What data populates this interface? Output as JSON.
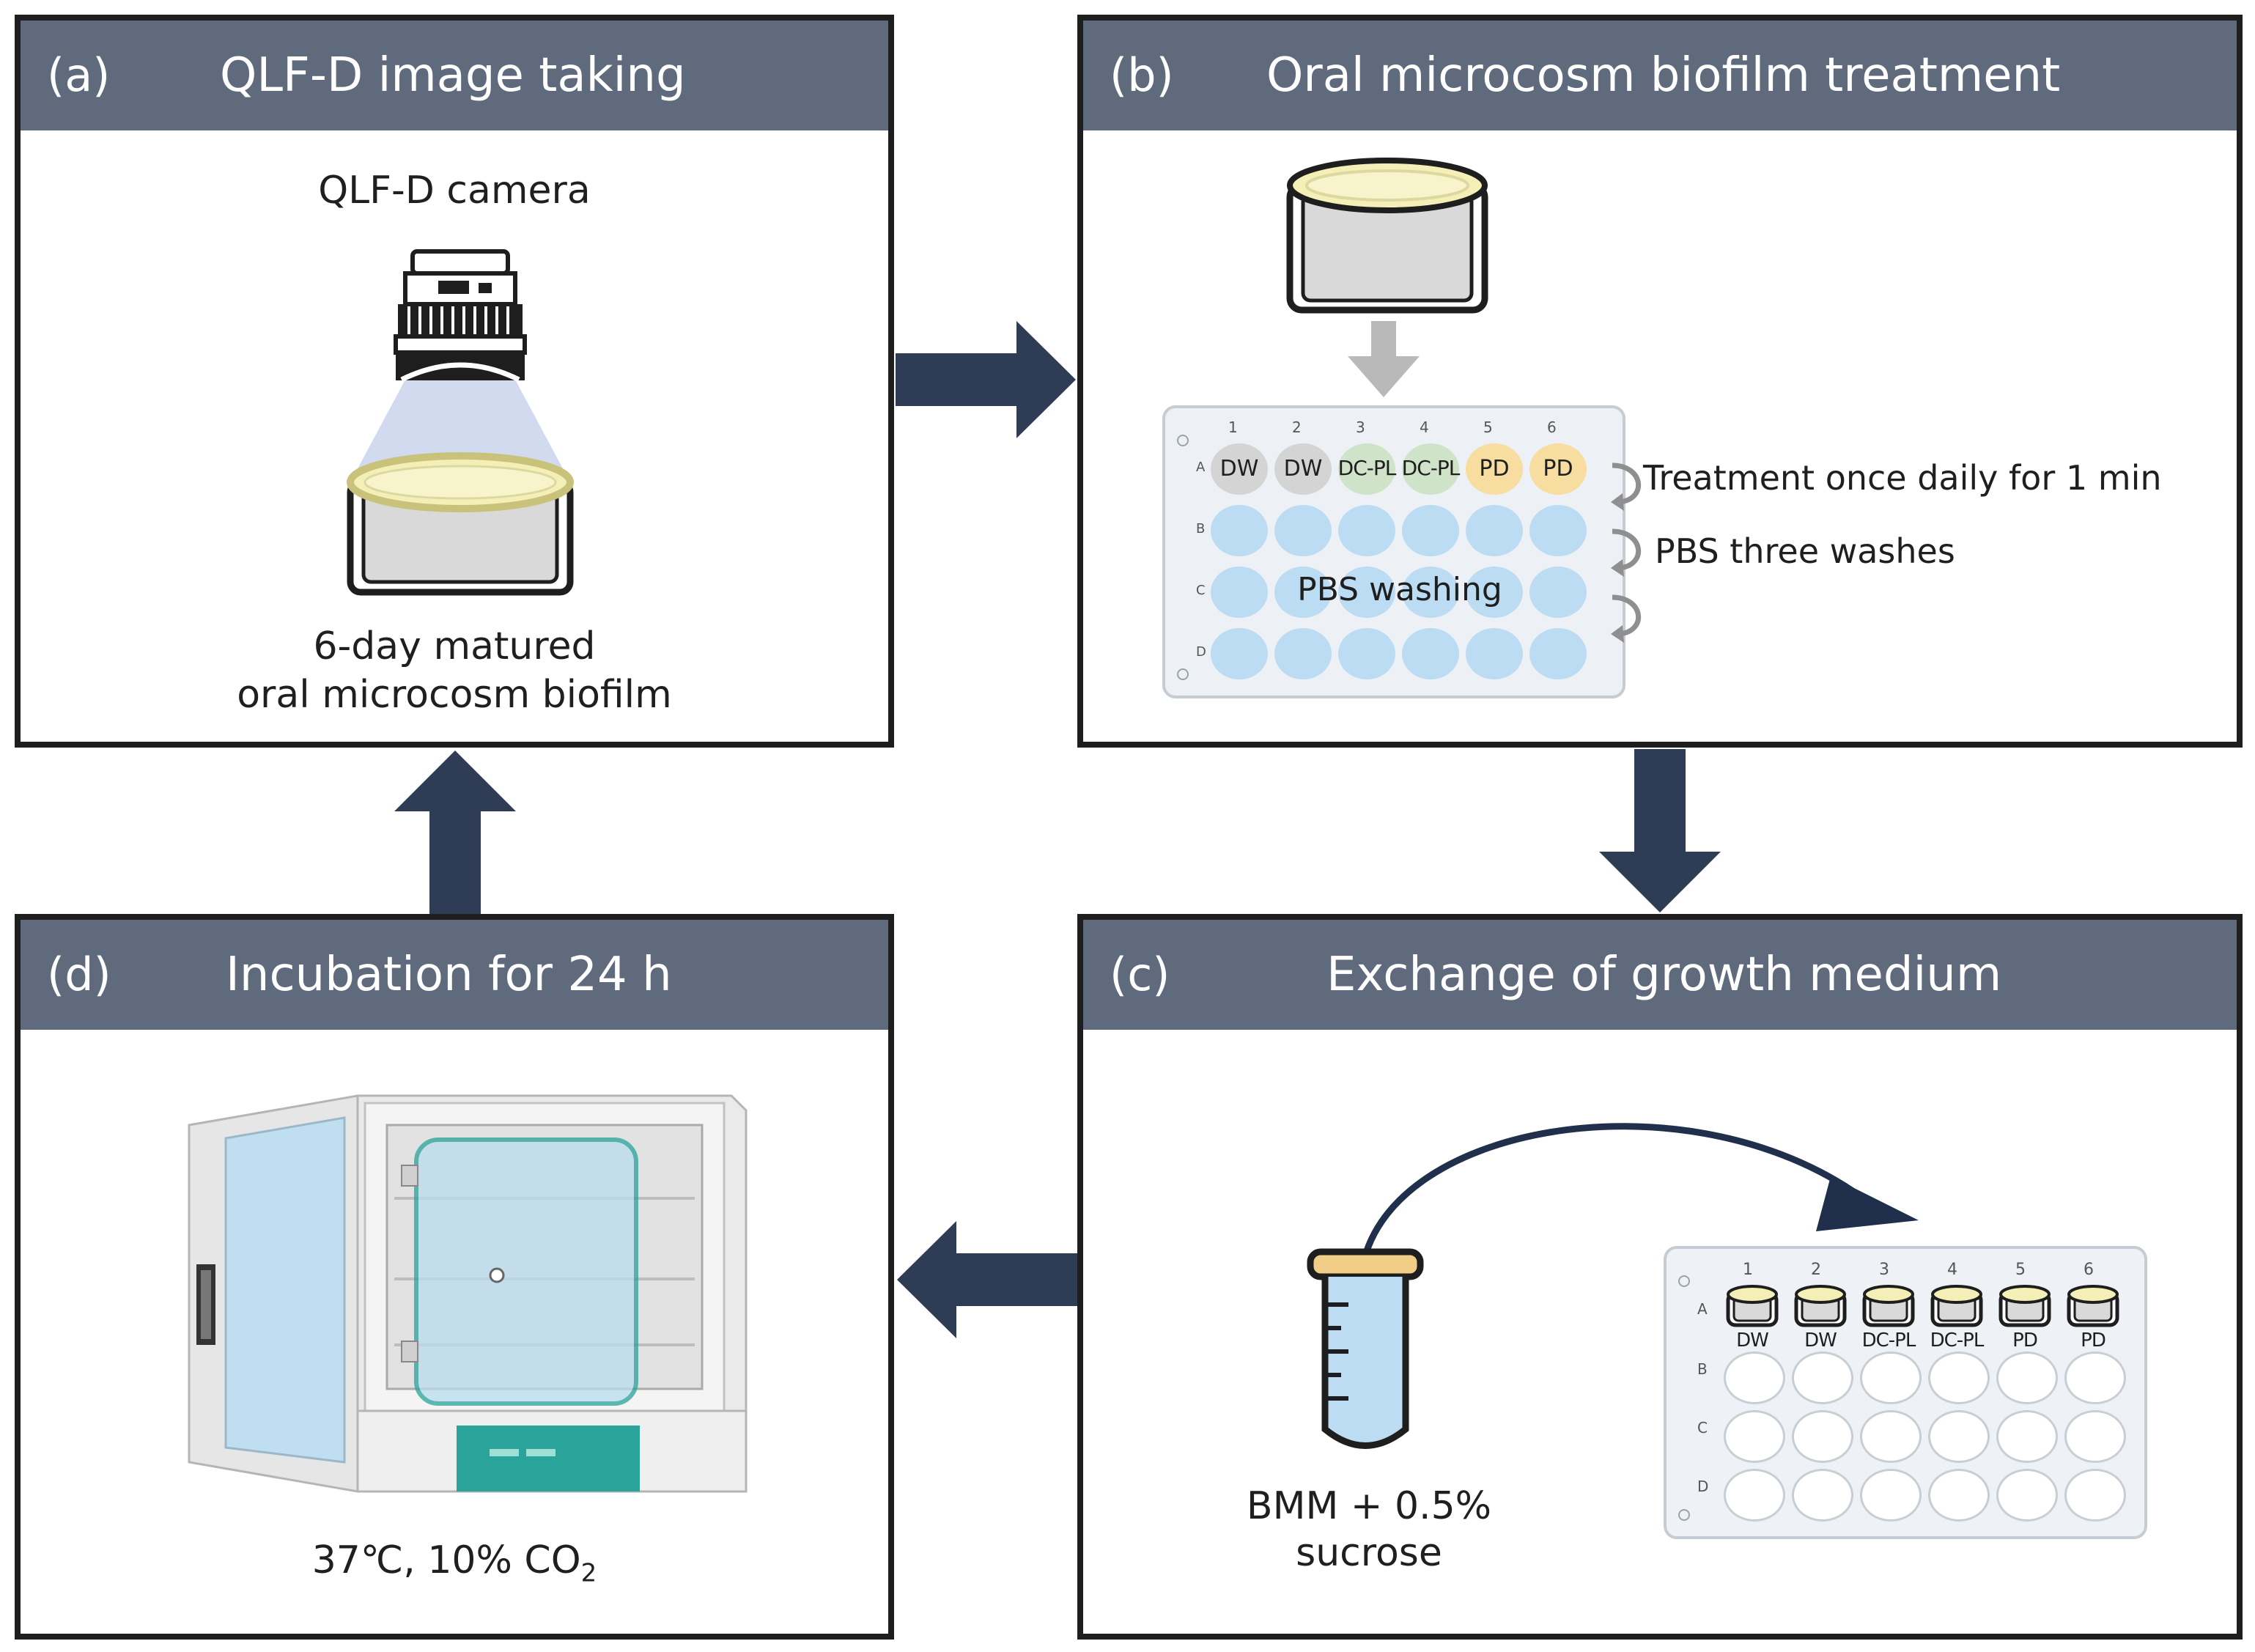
{
  "panels": {
    "a": {
      "letter": "(a)",
      "title": "QLF-D image taking",
      "camera_label": "QLF-D camera",
      "biofilm_label_line1": "6-day matured",
      "biofilm_label_line2": "oral microcosm biofilm"
    },
    "b": {
      "letter": "(b)",
      "title": "Oral microcosm biofilm treatment",
      "plate_columns": [
        "1",
        "2",
        "3",
        "4",
        "5",
        "6"
      ],
      "plate_rows": [
        "A",
        "B",
        "C",
        "D"
      ],
      "row_a_wells": [
        "DW",
        "DW",
        "DC-PL",
        "DC-PL",
        "PD",
        "PD"
      ],
      "washing_label": "PBS washing",
      "treatment_note": "Treatment once daily for 1 min",
      "wash_note": "PBS three washes"
    },
    "c": {
      "letter": "(c)",
      "title": "Exchange of growth medium",
      "tube_label_line1": "BMM + 0.5%",
      "tube_label_line2": "sucrose",
      "plate_columns": [
        "1",
        "2",
        "3",
        "4",
        "5",
        "6"
      ],
      "plate_rows": [
        "A",
        "B",
        "C",
        "D"
      ],
      "row_a_wells": [
        "DW",
        "DW",
        "DC-PL",
        "DC-PL",
        "PD",
        "PD"
      ]
    },
    "d": {
      "letter": "(d)",
      "title": "Incubation for 24 h",
      "condition_main": "37℃, 10% CO",
      "condition_sub": "2"
    }
  },
  "colors": {
    "header": "#5f6b7d",
    "arrow": "#2e3d55",
    "well_blue": "#bcdcf3",
    "dw_well": "#d4d4d4",
    "dcpl_well": "#cfe3c9",
    "pd_well": "#f7dea0",
    "biofilm_yellow": "#f3efb6",
    "incubator_teal": "#2aa39a"
  },
  "icons": [
    "right-arrow-icon",
    "down-arrow-icon",
    "left-arrow-icon",
    "up-arrow-icon",
    "camera-icon",
    "dish-icon",
    "well-plate-icon",
    "tube-icon",
    "incubator-icon"
  ]
}
